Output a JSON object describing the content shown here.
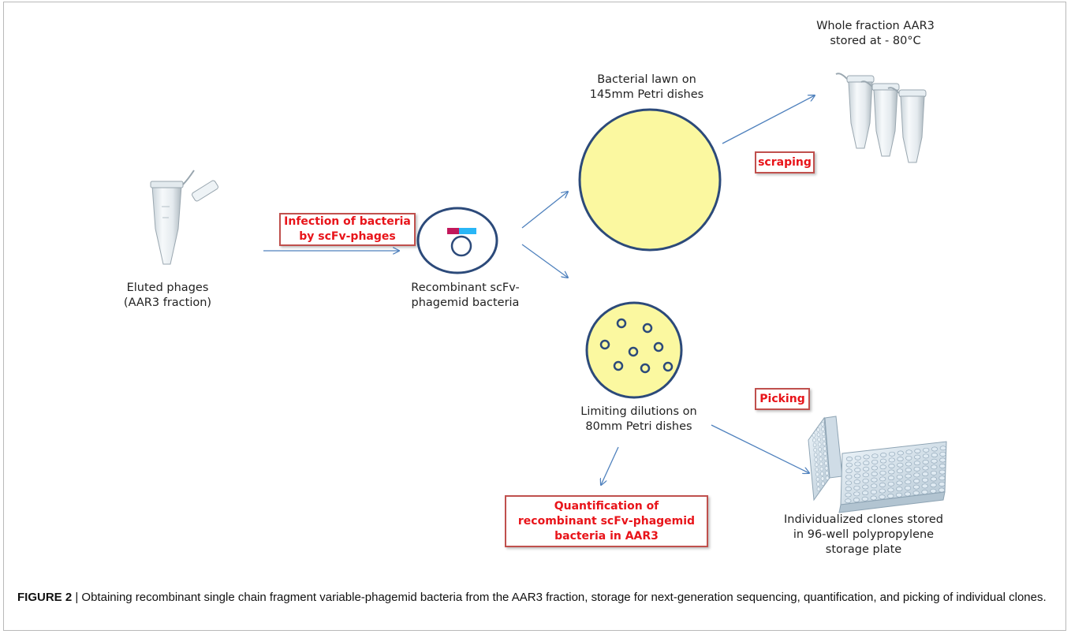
{
  "labels": {
    "eluted_line1": "Eluted phages",
    "eluted_line2": "(AAR3 fraction)",
    "recombinant_line1": "Recombinant scFv-",
    "recombinant_line2": "phagemid bacteria",
    "lawn_line1": "Bacterial lawn  on",
    "lawn_line2": "145mm  Petri dishes",
    "whole_line1": "Whole fraction AAR3",
    "whole_line2": "stored at - 80°C",
    "limiting_line1": "Limiting dilutions on",
    "limiting_line2": "80mm  Petri dishes",
    "clones_line1": "Individualized clones stored",
    "clones_line2": "in 96-well polypropylene",
    "clones_line3": "storage plate"
  },
  "boxes": {
    "infection_line1": "Infection of bacteria",
    "infection_line2": "by scFv-phages",
    "scraping": "scraping",
    "picking": "Picking",
    "quant_line1": "Quantification of",
    "quant_line2": "recombinant scFv-phagemid",
    "quant_line3": "bacteria in AAR3"
  },
  "caption": {
    "figure_label": "FIGURE 2",
    "separator": " | ",
    "text": "Obtaining recombinant single chain fragment variable-phagemid bacteria from the AAR3 fraction, storage for next-generation sequencing, quantification, and picking of individual clones."
  },
  "colors": {
    "arrow": "#4f81bd",
    "box_border": "#c0504d",
    "box_text": "#e8141a",
    "dish_fill": "#fbf8a0",
    "dish_border": "#2c4a7a",
    "frame_border": "#b9b9b9"
  },
  "icons": {
    "tube": "eppendorf-tube-icon",
    "tubes": "eppendorf-tubes-icon",
    "plate": "96-well-plate-icon",
    "bacterium": "bacterium-with-plasmid-icon"
  }
}
